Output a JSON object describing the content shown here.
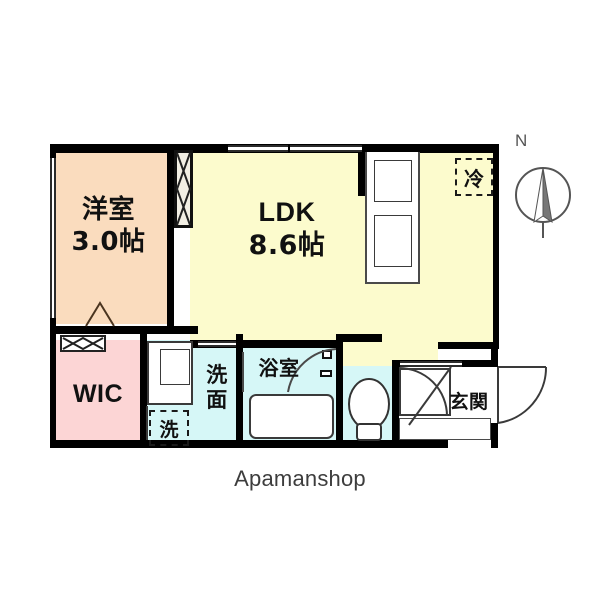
{
  "document": {
    "type": "floor-plan",
    "watermark": "Apamanshop",
    "compass": {
      "label": "N",
      "direction": "north-up"
    }
  },
  "colors": {
    "bedroom": "#FADCBE",
    "ldk": "#FCFBCD",
    "wic": "#FCD5D5",
    "water_area": "#D6F7F7",
    "wall": "#000000",
    "white": "#FFFFFF",
    "text": "#111111",
    "watermark": "#3D3D3D"
  },
  "rooms": [
    {
      "id": "bedroom",
      "name_line1": "洋室",
      "name_line2": "3.0帖",
      "color_key": "bedroom"
    },
    {
      "id": "ldk",
      "name_line1": "LDK",
      "name_line2": "8.6帖",
      "color_key": "ldk"
    },
    {
      "id": "wic",
      "name_line1": "WIC",
      "name_line2": "",
      "color_key": "wic"
    },
    {
      "id": "washroom",
      "name_line1": "洗",
      "name_line2": "面",
      "color_key": "water_area"
    },
    {
      "id": "bathroom",
      "name_line1": "浴室",
      "name_line2": "",
      "color_key": "water_area"
    },
    {
      "id": "toilet",
      "name_line1": "",
      "name_line2": "",
      "color_key": "water_area"
    },
    {
      "id": "entrance",
      "name_line1": "玄関",
      "name_line2": "",
      "color_key": "white"
    }
  ],
  "markers": [
    {
      "id": "refrigerator",
      "label": "冷",
      "style": "dashed-box"
    },
    {
      "id": "washing-machine",
      "label": "洗",
      "style": "dashed-box"
    }
  ],
  "labels": {
    "bedroom_name": "洋室",
    "bedroom_size": "3.0帖",
    "ldk_name": "LDK",
    "ldk_size": "8.6帖",
    "wic_name": "WIC",
    "washroom_l1": "洗",
    "washroom_l2": "面",
    "bathroom_name": "浴室",
    "entrance_name": "玄関",
    "refrigerator_marker": "冷",
    "washer_marker": "洗",
    "compass_north": "N",
    "watermark": "Apamanshop"
  },
  "fixtures": [
    {
      "id": "kitchen-counter",
      "kind": "kitchen"
    },
    {
      "id": "bathtub",
      "kind": "tub"
    },
    {
      "id": "toilet-bowl",
      "kind": "toilet"
    },
    {
      "id": "vanity-sink",
      "kind": "sink"
    },
    {
      "id": "closet-bedroom",
      "kind": "closet"
    },
    {
      "id": "shoe-box",
      "kind": "storage"
    }
  ]
}
